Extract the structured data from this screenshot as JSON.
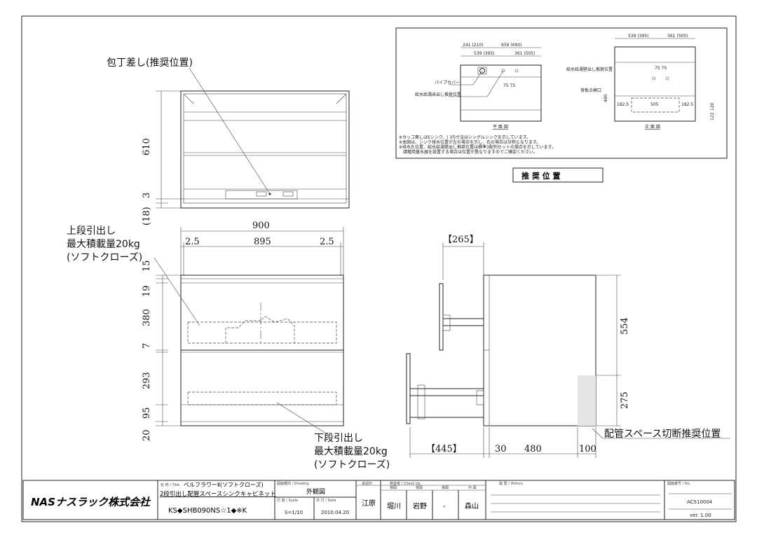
{
  "annotations": {
    "knife_slot": "包丁差し(推奨位置)",
    "upper_drawer_1": "上段引出し",
    "upper_drawer_2": "最大積載量20kg",
    "upper_drawer_3": "(ソフトクローズ)",
    "lower_drawer_1": "下段引出し",
    "lower_drawer_2": "最大積載量20kg",
    "lower_drawer_3": "(ソフトクローズ)",
    "pipe_space": "配管スペース切断推奨位置",
    "recommended_position": "推 奨 位 置"
  },
  "dims": {
    "top_610": "610",
    "top_3": "3",
    "top_18": "(18)",
    "w_900": "900",
    "w_2_5a": "2.5",
    "w_895": "895",
    "w_2_5b": "2.5",
    "v_15": "15",
    "v_19": "19",
    "v_380": "380",
    "v_7": "7",
    "v_293": "293",
    "v_95": "95",
    "v_20": "20",
    "s_265": "【265】",
    "s_445": "【445】",
    "s_30": "30",
    "s_480": "480",
    "s_100": "100",
    "s_554": "554",
    "s_275": "275"
  },
  "inset": {
    "d1": "241 (210)",
    "d2": "659 (690)",
    "d3": "539 (395)",
    "d4": "361 (505)",
    "d5": "539 (395)",
    "d6": "361 (505)",
    "d7": "75 75",
    "d8": "75 75",
    "pipe_cover": "パイプカバー",
    "supply_floor": "給水給湯床出し推奨位置",
    "supply_wall": "給水給湯壁出し推奨位置",
    "inspection": "背板点検口",
    "d_182a": "182.5",
    "d_505": "505",
    "d_182b": "182.5",
    "d_480": "480",
    "d_120": "120",
    "d_122": "122",
    "plan_view": "平 面 図",
    "front_view": "正 面 図",
    "note1": "※カッコ無しはEシンク、(  )内寸法はシングルシンクを示しています。",
    "note2": "※本図は、シンク排水位置が左の場合を示し、右の場合は対称となります。",
    "note3": "※排水孔位置、給水給湯壁出し推奨位置は標準3配列セットの場合を示しています。",
    "note4": "　請種用量水器を設置する場合は位置が異なりますのでご確認ください。"
  },
  "title_block": {
    "company": "NASナスラック株式会社",
    "title_label": "名 称 / Title",
    "title_1": "ベルフラワーⅡ(ソフトクローズ)",
    "title_2": "2段引出し配管スペースシンクキャビネット",
    "model": "KS◆SHB090NS☆1◆※K",
    "drawing_label": "図面種別 / Drawing",
    "drawing": "外観図",
    "scale_label": "尺 度 / Scale",
    "scale": "S=1/10",
    "date_label": "日 付 / Date",
    "date": "2010.04.20",
    "approved_label": "承認印",
    "approved": "江原",
    "check_label": "検査者 / Check Up",
    "check_sub": [
      "検図",
      "検図",
      "検図",
      "作 図"
    ],
    "checkers": [
      "堀川",
      "岩野",
      "-",
      "森山"
    ],
    "history_label": "履 歴 / History",
    "no_label": "図面番号 / No.",
    "number": "ACS10004",
    "version": "ver. 1.00"
  }
}
